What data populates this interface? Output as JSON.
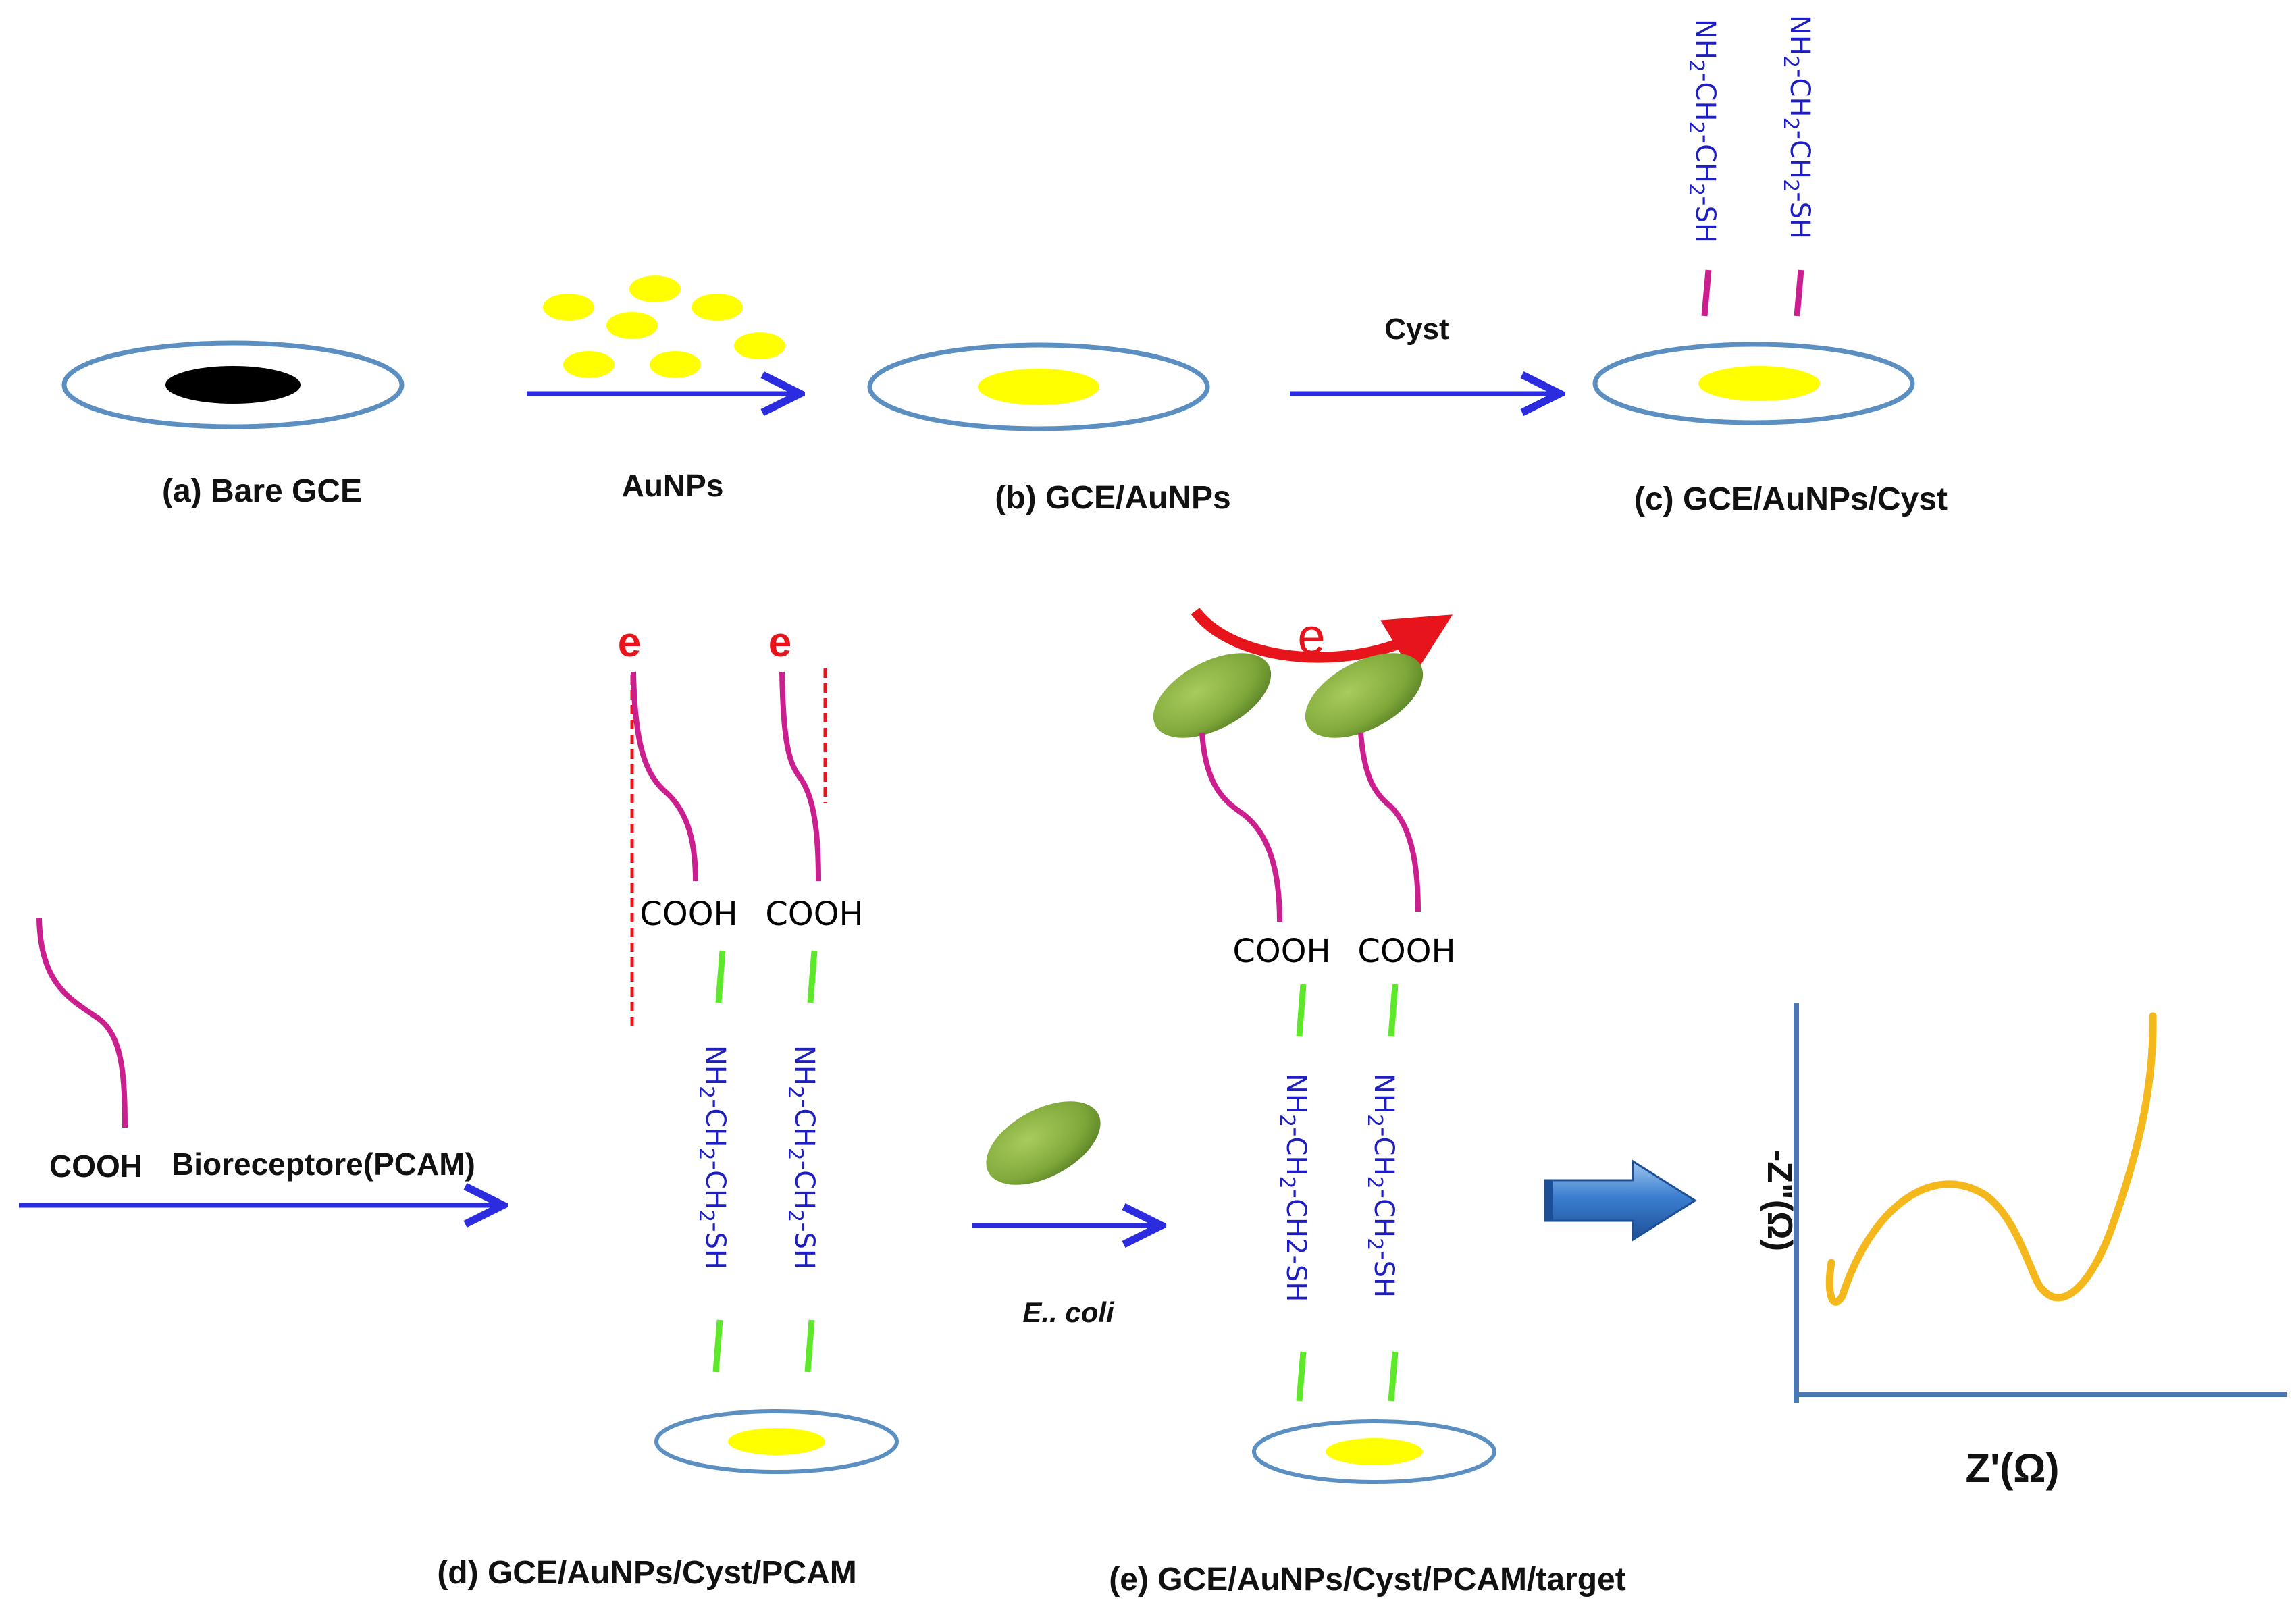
{
  "labels": {
    "a": "(a) Bare GCE",
    "aunps": "AuNPs",
    "b": "(b) GCE/AuNPs",
    "cyst": "Cyst",
    "c": "(c) GCE/AuNPs/Cyst",
    "d": "(d) GCE/AuNPs/Cyst/PCAM",
    "e": "(e) GCE/AuNPs/Cyst/PCAM/target",
    "bioreceptor": "Bioreceptore(PCAM)",
    "cooh": "COOH",
    "ecoli": "E.. coli",
    "electron": "e"
  },
  "chem": {
    "nh2": "NH",
    "two": "2",
    "ch": "-CH",
    "sh": "-SH",
    "ch2sh_e1": "-CH2-SH"
  },
  "plot": {
    "ylabel": "-Z\"(Ω)",
    "xlabel": "Z'(Ω)"
  },
  "colors": {
    "electrode_ring": "#5b8fc2",
    "gold": "#ffff00",
    "carbon": "#000000",
    "arrow": "#2b2be0",
    "linker": "#cc1f8f",
    "spacer": "#5ee82a",
    "ecoli": "#7fa83a",
    "nyquist": "#f4b81c",
    "electron": "#e8141b"
  }
}
